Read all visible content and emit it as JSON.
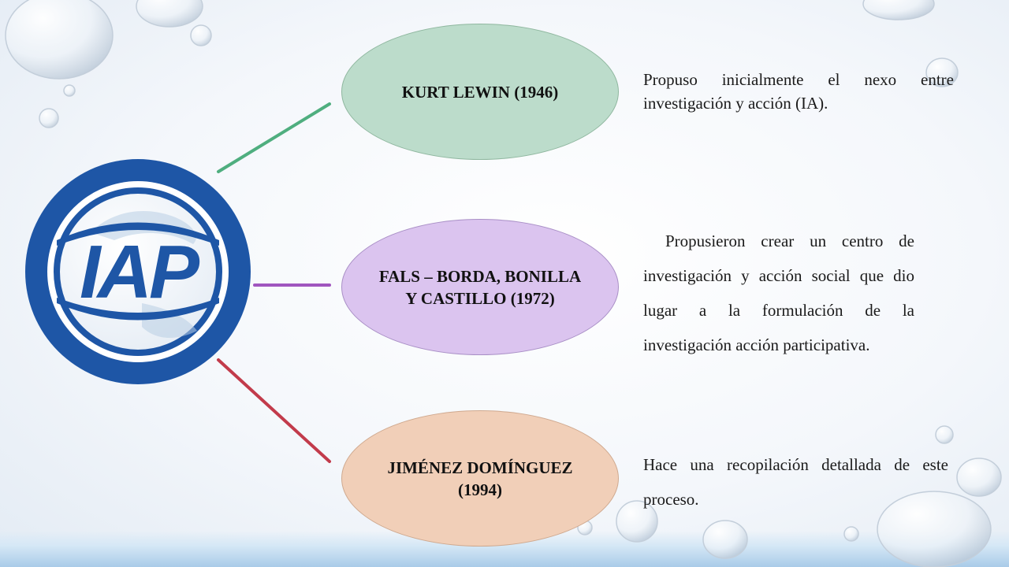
{
  "logo": {
    "text": "IAP",
    "ring_color": "#1e56a6",
    "text_color": "#1e56a6"
  },
  "nodes": [
    {
      "label": "KURT LEWIN (1946)",
      "color": "#bcdccb",
      "connector_color": "#4fae7f",
      "description": "Propuso inicialmente el nexo entre investigación y acción (IA)."
    },
    {
      "label": "FALS – BORDA, BONILLA Y CASTILLO (1972)",
      "color": "#dbc4ef",
      "connector_color": "#a055bf",
      "description": "Propusieron crear un centro de investigación y acción social que dio lugar a la formulación de la investigación acción participativa."
    },
    {
      "label": "JIMÉNEZ DOMÍNGUEZ (1994)",
      "color": "#f1cfb8",
      "connector_color": "#c23b4b",
      "description": "Hace una recopilación detallada de este proceso."
    }
  ]
}
